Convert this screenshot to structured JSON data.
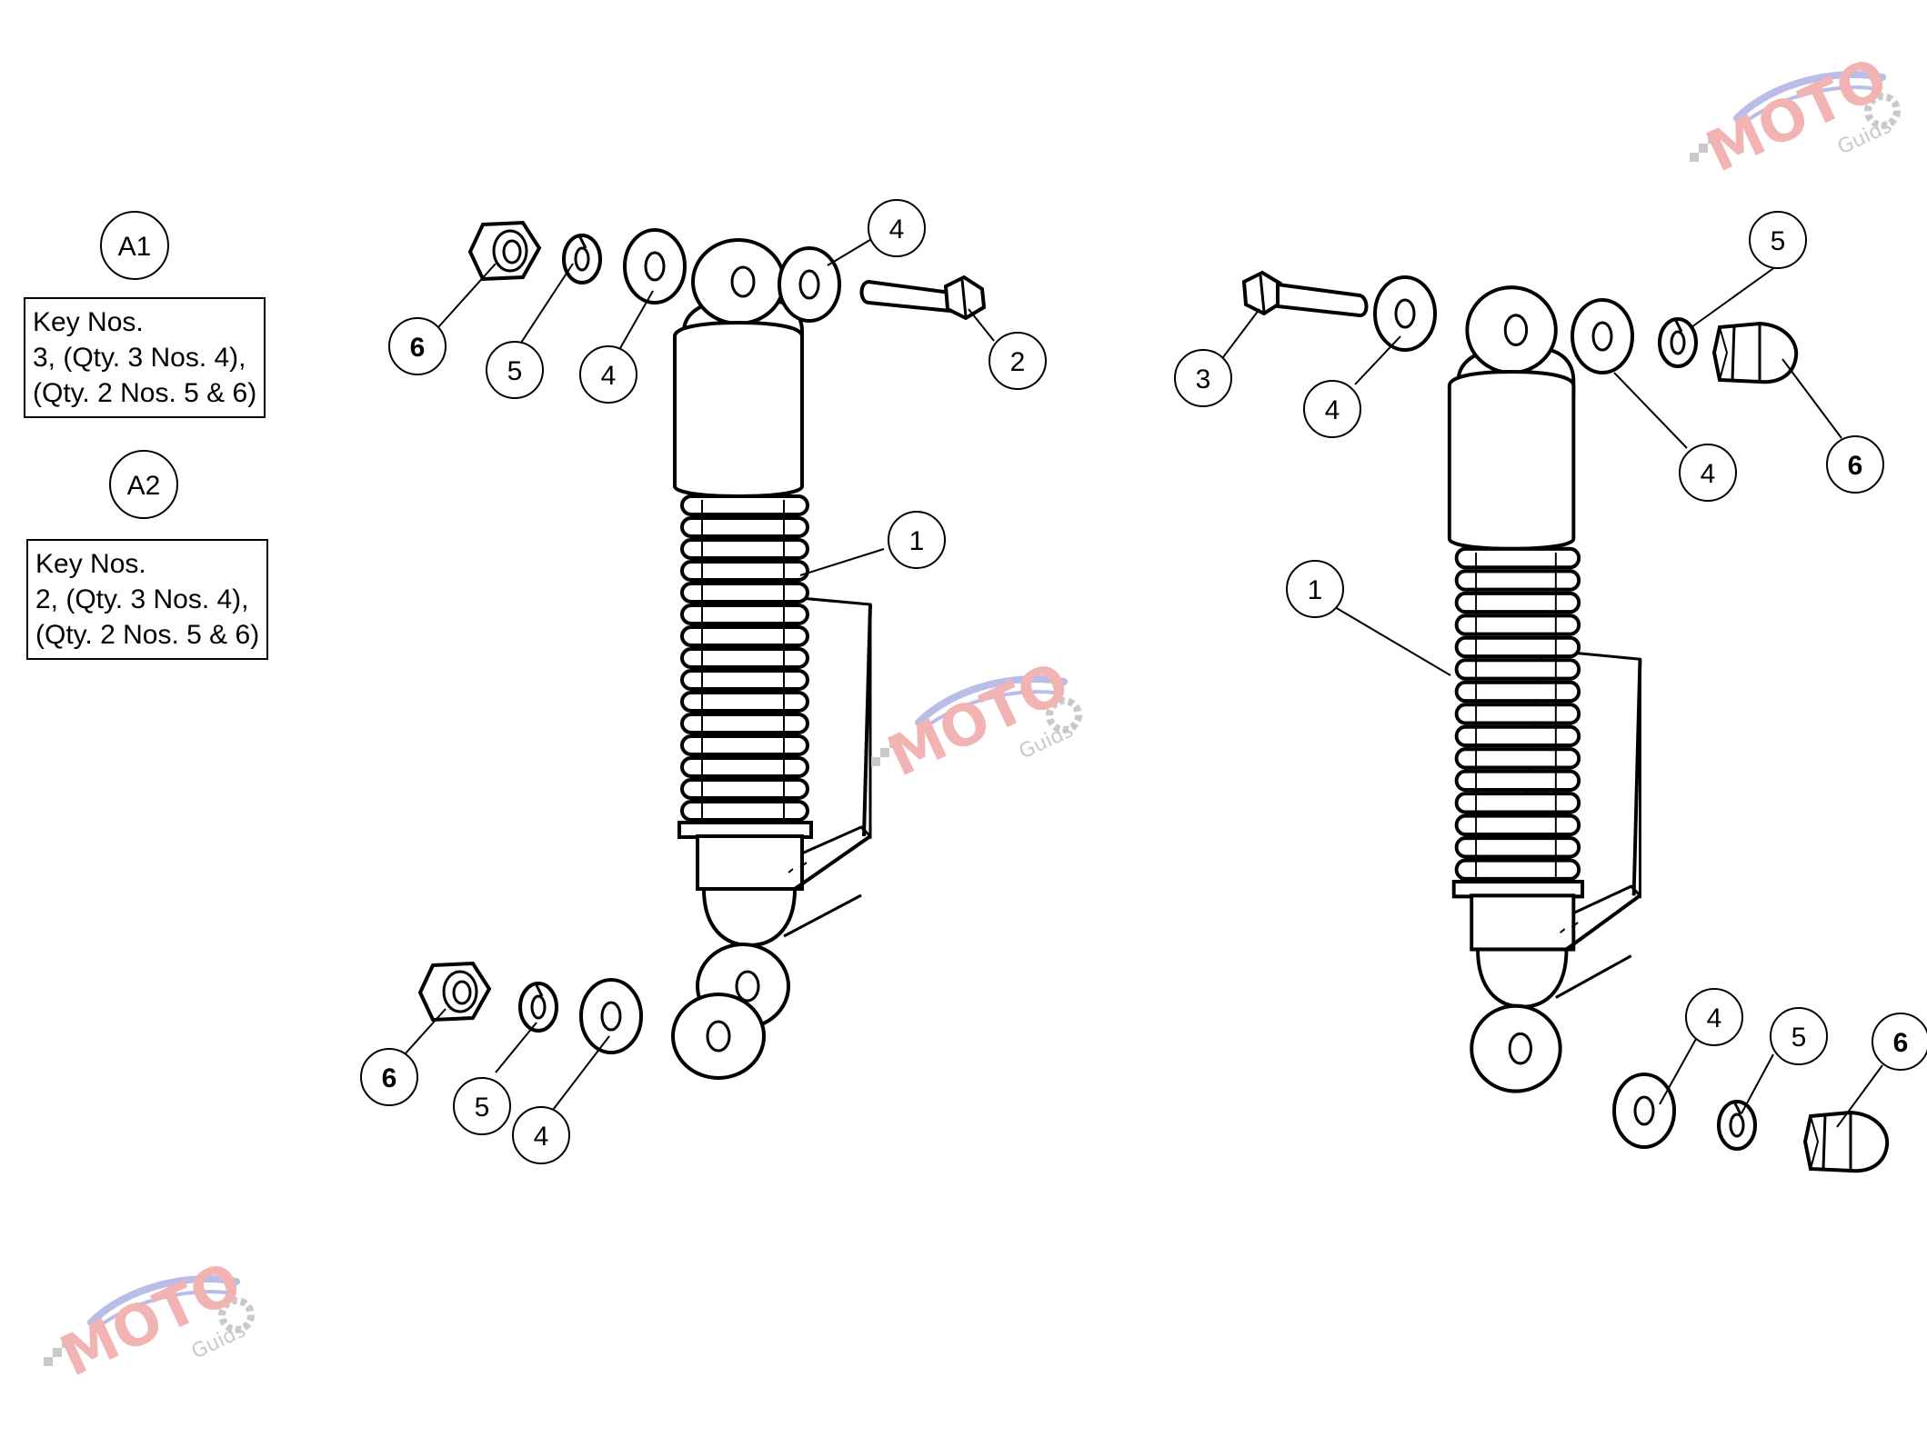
{
  "assemblies": [
    {
      "id": "A1",
      "key_lines": [
        "Key Nos.",
        "3, (Qty. 3 Nos. 4),",
        "(Qty. 2 Nos. 5 & 6)"
      ]
    },
    {
      "id": "A2",
      "key_lines": [
        "Key Nos.",
        "2, (Qty. 3 Nos. 4),",
        "(Qty. 2 Nos. 5 & 6)"
      ]
    }
  ],
  "callouts": [
    "1",
    "2",
    "3",
    "4",
    "5",
    "6"
  ],
  "watermark": {
    "brand_text": "MOTO",
    "sub_text": "Guids",
    "colors": {
      "brand": "#f2b3b3",
      "swoosh": "#b9bde8",
      "gear": "#c9c9c9"
    }
  }
}
